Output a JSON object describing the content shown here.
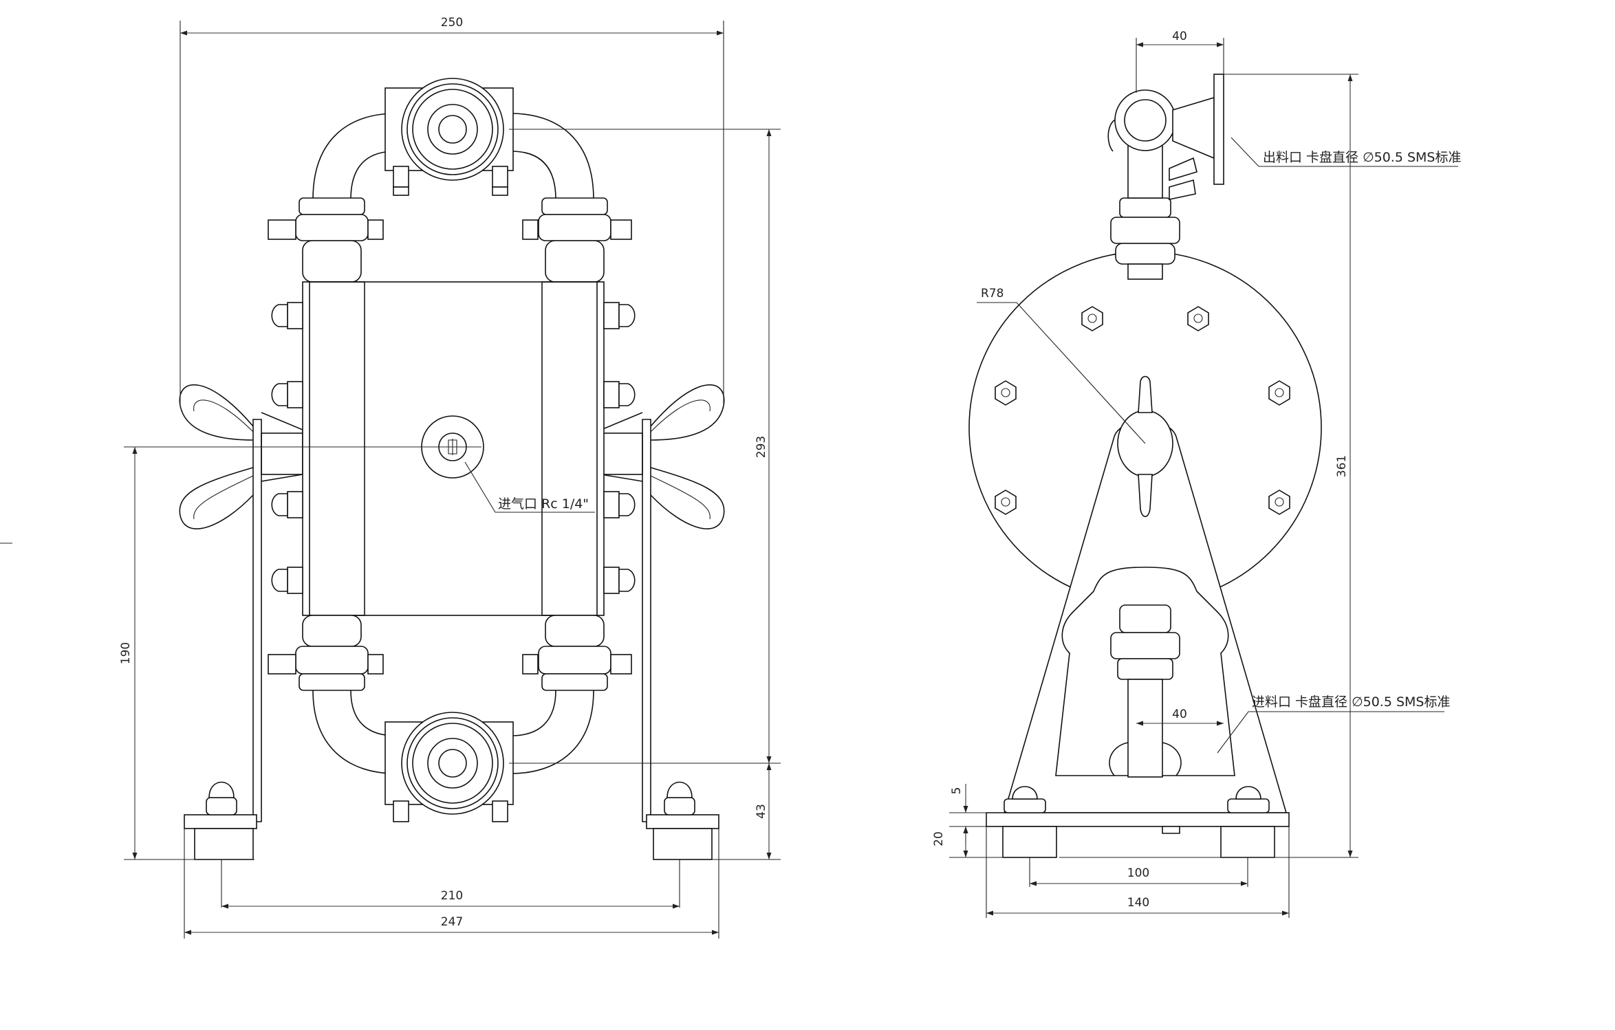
{
  "front_view": {
    "dimensions": {
      "overall_width": "250",
      "height_upper": "293",
      "height_lower": "43",
      "air_inlet_height": "190",
      "foot_span": "210",
      "base_width": "247"
    },
    "annotations": {
      "air_inlet": "进气口 Rc 1/4\""
    }
  },
  "side_view": {
    "dimensions": {
      "outlet_offset": "40",
      "radius": "R78",
      "overall_height": "361",
      "inlet_offset": "40",
      "base_step": "5",
      "base_height": "20",
      "foot_span": "100",
      "base_width": "140"
    },
    "annotations": {
      "outlet": "出料口 卡盘直径 ∅50.5 SMS标准",
      "inlet": "进料口 卡盘直径 ∅50.5 SMS标准"
    }
  }
}
